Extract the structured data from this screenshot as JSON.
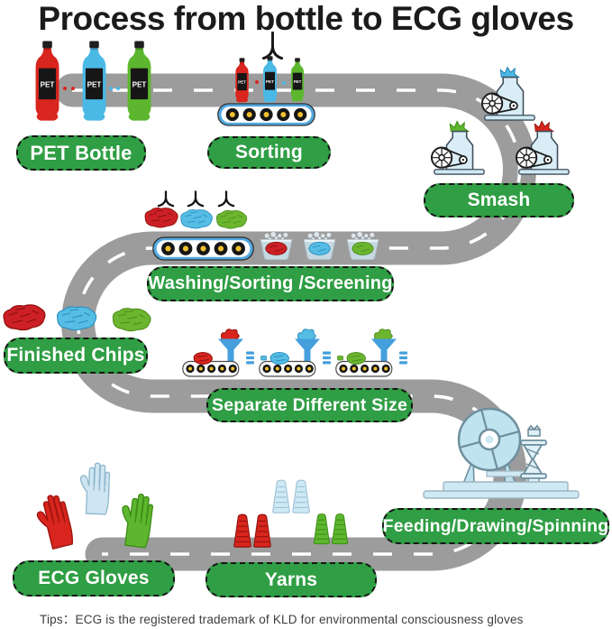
{
  "title": "Process from bottle to ECG gloves",
  "footnote": "Tips：ECG  is the registered trademark of KLD for environmental consciousness gloves",
  "bottle_text": "PET",
  "stages": {
    "pet_bottle": "PET Bottle",
    "sorting": "Sorting",
    "smash": "Smash",
    "washing": "Washing/Sorting /Screening",
    "finished_chips": "Finished Chips",
    "separate": "Separate Different Size",
    "feeding": "Feeding/Drawing/Spinning",
    "yarns": "Yarns",
    "ecg_gloves": "ECG Gloves"
  },
  "colors": {
    "road": "#9c9c9c",
    "road_dash": "#ffffff",
    "label_green": "#2f9e44",
    "label_text": "#ffffff",
    "pet_red": "#d8251d",
    "pet_blue": "#4ab9e6",
    "pet_green": "#5cb72e",
    "pale_blue": "#cfe9f5",
    "machine_blue": "#d8edf6",
    "conveyor_blue": "#54a9e0",
    "roller_yellow": "#f2c12e",
    "title_text": "#1b1b1b"
  }
}
